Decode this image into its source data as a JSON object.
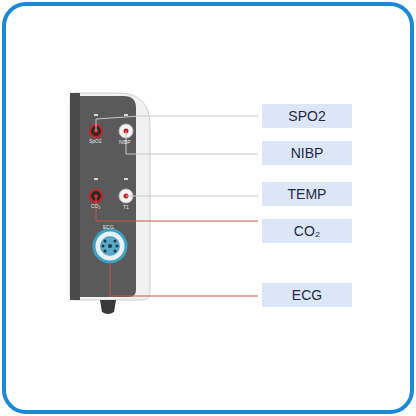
{
  "diagram": {
    "nodes": [
      {
        "text": [
          "SPO2"
        ]
      },
      {
        "text": [
          "NIBP"
        ]
      },
      {
        "text": [
          "TEMP"
        ]
      },
      {
        "text": [
          "CO₂"
        ]
      },
      {
        "text": [
          "ECG"
        ]
      }
    ],
    "labels": [
      "SpO2",
      "NIBP",
      "CO₂",
      "T1",
      "ECG"
    ]
  }
}
